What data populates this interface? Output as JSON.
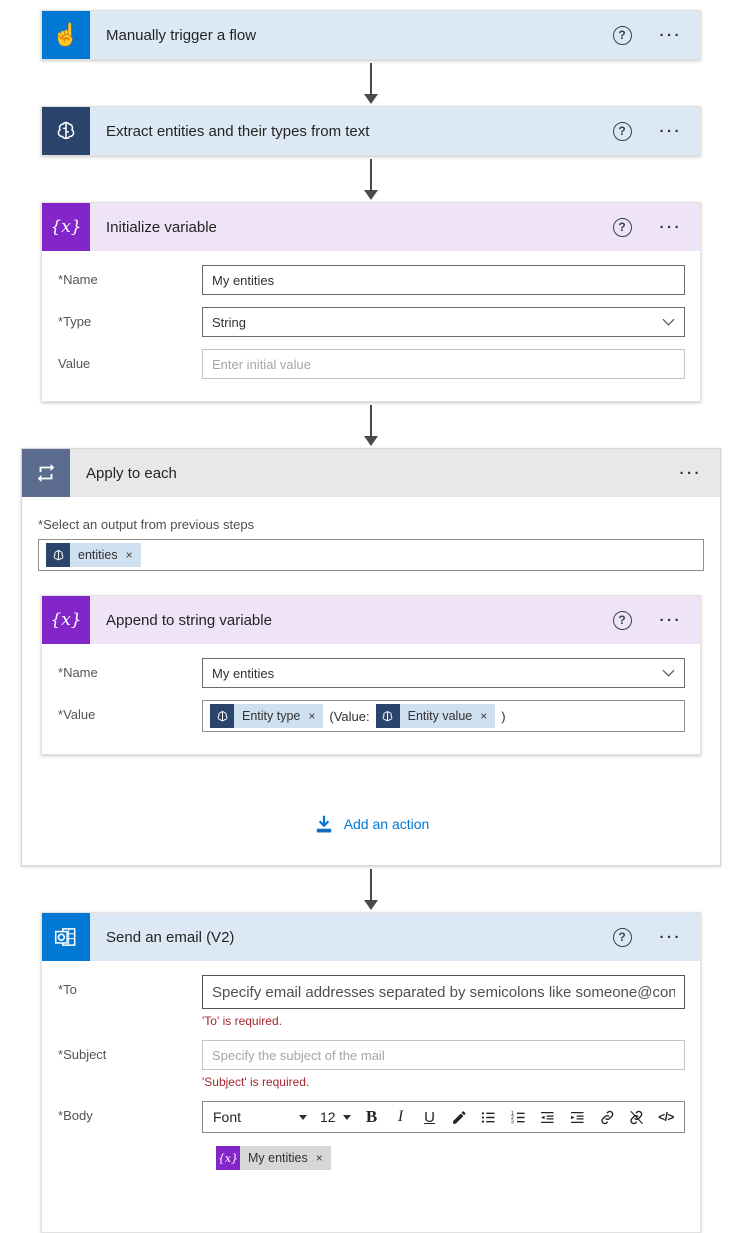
{
  "required_mark": "*",
  "icons": {
    "manual_trigger": "☝",
    "help": "?",
    "more": "···",
    "close": "×",
    "variable": "{x}"
  },
  "trigger": {
    "title": "Manually trigger a flow"
  },
  "extract": {
    "title": "Extract entities and their types from text"
  },
  "init_var": {
    "title": "Initialize variable",
    "name_label": "Name",
    "name_value": "My entities",
    "type_label": "Type",
    "type_value": "String",
    "value_label": "Value",
    "value_placeholder": "Enter initial value"
  },
  "apply_each": {
    "title": "Apply to each",
    "select_label": "Select an output from previous steps",
    "entities_token": "entities",
    "add_action_label": "Add an action"
  },
  "append": {
    "title": "Append to string variable",
    "name_label": "Name",
    "name_value": "My entities",
    "value_label": "Value",
    "entity_type_token": "Entity type",
    "between_text": "(Value:",
    "entity_value_token": "Entity value",
    "closing_text": ")"
  },
  "email": {
    "title": "Send an email (V2)",
    "to_label": "To",
    "to_placeholder": "Specify email addresses separated by semicolons like someone@con",
    "to_error": "'To' is required.",
    "subject_label": "Subject",
    "subject_placeholder": "Specify the subject of the mail",
    "subject_error": "'Subject' is required.",
    "body_label": "Body",
    "body_token": "My entities",
    "toolbar": {
      "font": "Font",
      "size": "12",
      "bold": "B",
      "italic": "I",
      "underline": "U",
      "code": "</>"
    }
  }
}
